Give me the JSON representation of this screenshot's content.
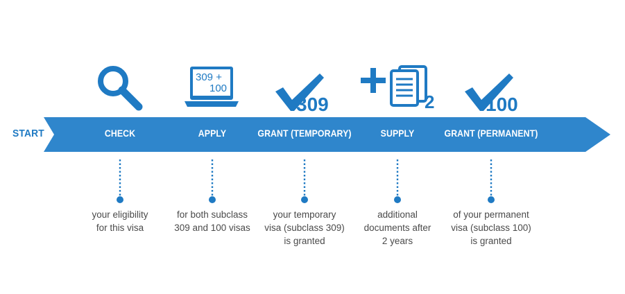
{
  "start_label": "START",
  "colors": {
    "brand": "#1f7ac3",
    "arrow": "#2f86cc",
    "text": "#4a4a4a",
    "white": "#ffffff"
  },
  "steps": [
    {
      "label": "CHECK",
      "icon": "magnifier-icon",
      "description": [
        "your eligibility",
        "for this visa"
      ]
    },
    {
      "label": "APPLY",
      "icon": "laptop-icon",
      "icon_text": [
        "309 +",
        "100"
      ],
      "description": [
        "for both subclass",
        "309 and 100 visas"
      ]
    },
    {
      "label": "GRANT (TEMPORARY)",
      "icon": "checkmark-icon",
      "icon_text": "309",
      "description": [
        "your temporary",
        "visa (subclass 309)",
        "is granted"
      ]
    },
    {
      "label": "SUPPLY",
      "icon": "documents-icon",
      "icon_text": "2",
      "description": [
        "additional",
        "documents after",
        "2 years"
      ]
    },
    {
      "label": "GRANT (PERMANENT)",
      "icon": "checkmark-icon",
      "icon_text": "100",
      "description": [
        "of your permanent",
        "visa (subclass 100)",
        "is granted"
      ]
    }
  ]
}
